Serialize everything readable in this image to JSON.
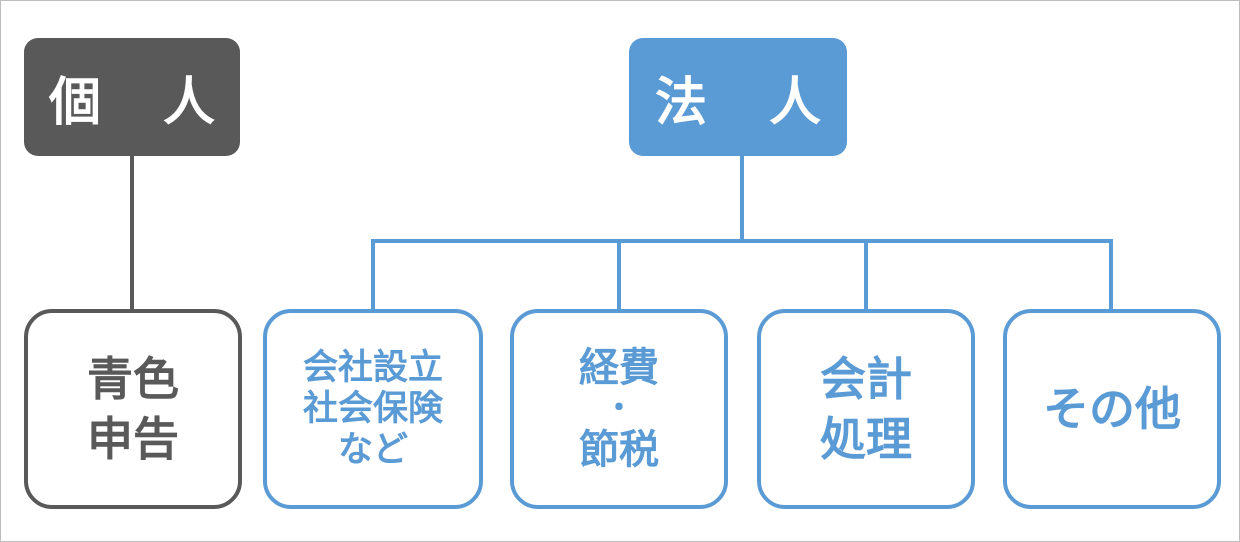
{
  "individual": {
    "title": "個 人",
    "children": [
      {
        "lines": [
          "青色",
          "申告"
        ]
      }
    ]
  },
  "corporation": {
    "title": "法 人",
    "children": [
      {
        "lines": [
          "会社設立",
          "社会保険",
          "など"
        ]
      },
      {
        "lines": [
          "経費",
          "・",
          "節税"
        ]
      },
      {
        "lines": [
          "会計",
          "処理"
        ]
      },
      {
        "lines": [
          "その他"
        ]
      }
    ]
  },
  "colors": {
    "gray": "#595959",
    "blue": "#5b9bd5"
  }
}
